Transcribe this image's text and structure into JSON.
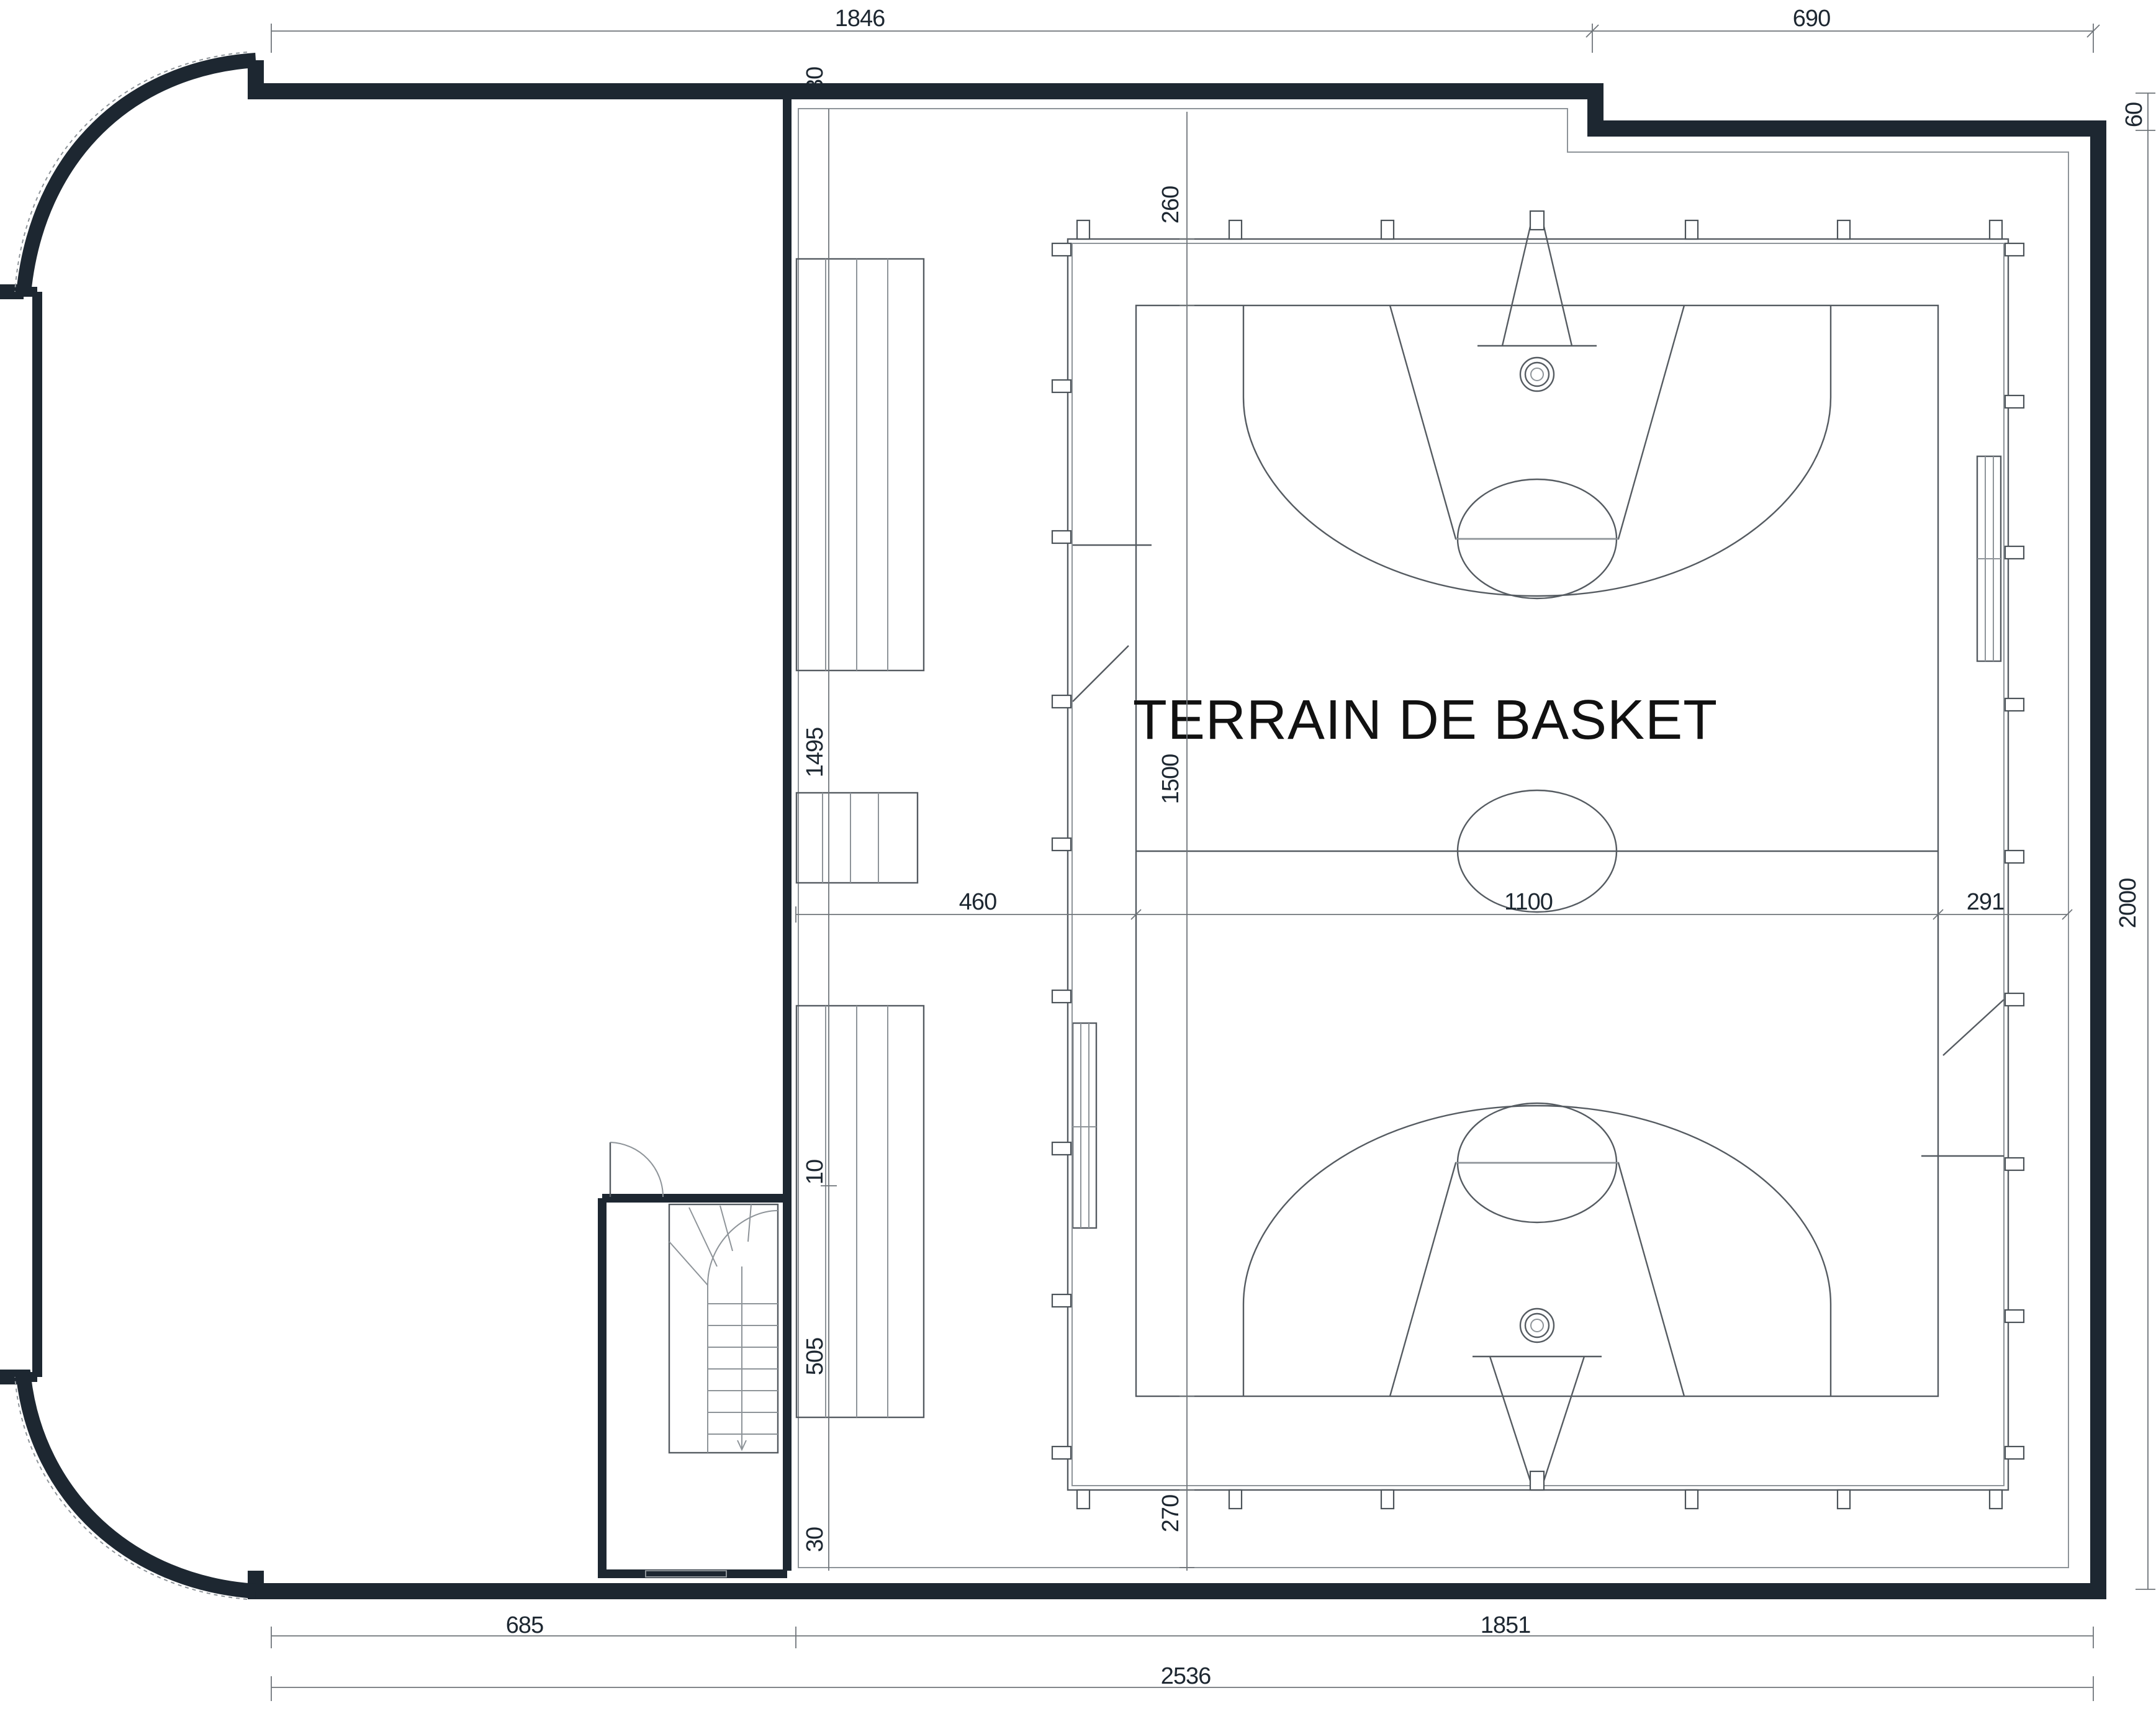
{
  "title": "TERRAIN DE BASKET",
  "colors": {
    "wall": "#1d2731",
    "line": "#555b61",
    "background": "#ffffff"
  },
  "dimensions": {
    "top_left": "1846",
    "top_right": "690",
    "right_step": "60",
    "top_margin": "30",
    "court_top_gap": "260",
    "left_band": "1495",
    "court_length": "1500",
    "left_offset": "460",
    "court_width": "1100",
    "right_gap": "291",
    "total_depth": "2000",
    "stair_gap": "10",
    "stair_band": "505",
    "court_bottom_gap": "270",
    "bottom_margin": "30",
    "bottom_left": "685",
    "bottom_right": "1851",
    "overall_width": "2536"
  }
}
